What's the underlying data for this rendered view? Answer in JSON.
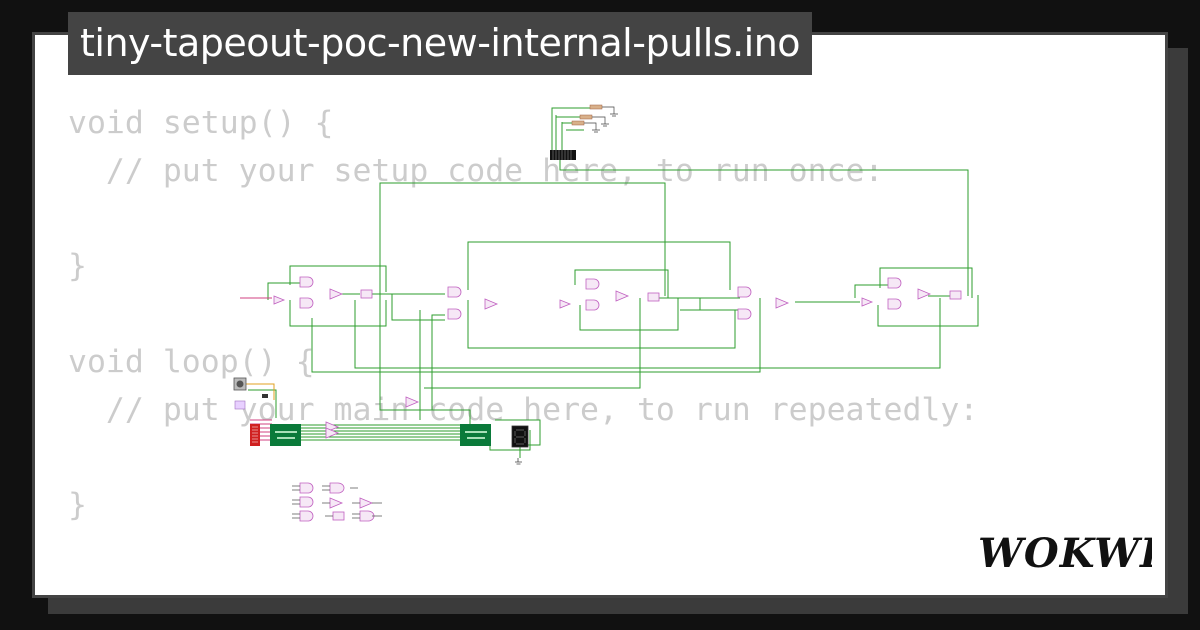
{
  "title": "tiny-tapeout-poc-new-internal-pulls.ino",
  "code_lines": [
    "void setup() {",
    "  // put your setup code here, to run once:",
    "",
    "}",
    "",
    "void loop() {",
    "  // put your main code here, to run repeatedly:",
    "",
    "}"
  ],
  "logo": "WOKWI",
  "colors": {
    "background": "#111111",
    "title_bg": "#444444",
    "code_text": "#cccccc",
    "wire": "#2e9e2e",
    "gate": "#c060c0",
    "chip": "#0a7a3a"
  }
}
